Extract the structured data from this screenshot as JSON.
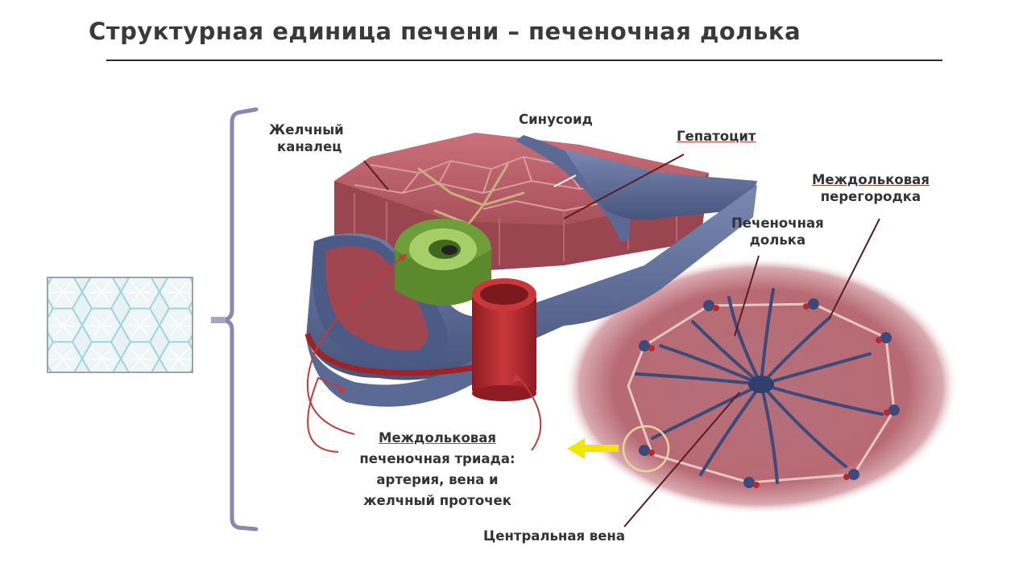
{
  "title": "Структурная единица печени – печеночная долька",
  "labels": {
    "bile_canaliculus_line1": "Желчный",
    "bile_canaliculus_line2": "каналец",
    "sinusoid": "Синусоид",
    "hepatocyte": "Гепатоцит",
    "interlobular_septum_line1": "Междольковая",
    "interlobular_septum_line2": "перегородка",
    "hepatic_lobule_line1": "Печеночная",
    "hepatic_lobule_line2": "долька",
    "triad_line1": "Междольковая",
    "triad_line2": "печеночная триада:",
    "triad_line3": "артерия, вена и",
    "triad_line4": "желчный проточек",
    "central_vein": "Центральная вена"
  },
  "colors": {
    "accent_red": "#c0392b",
    "title_rule": "#2b2b40",
    "bracket": "#8e86b0",
    "tissue": "#b5545c",
    "vein": "#5a6a94",
    "artery": "#b52a2e",
    "bile_duct": "#7aa84a",
    "arrow_yellow": "#f2e600"
  }
}
